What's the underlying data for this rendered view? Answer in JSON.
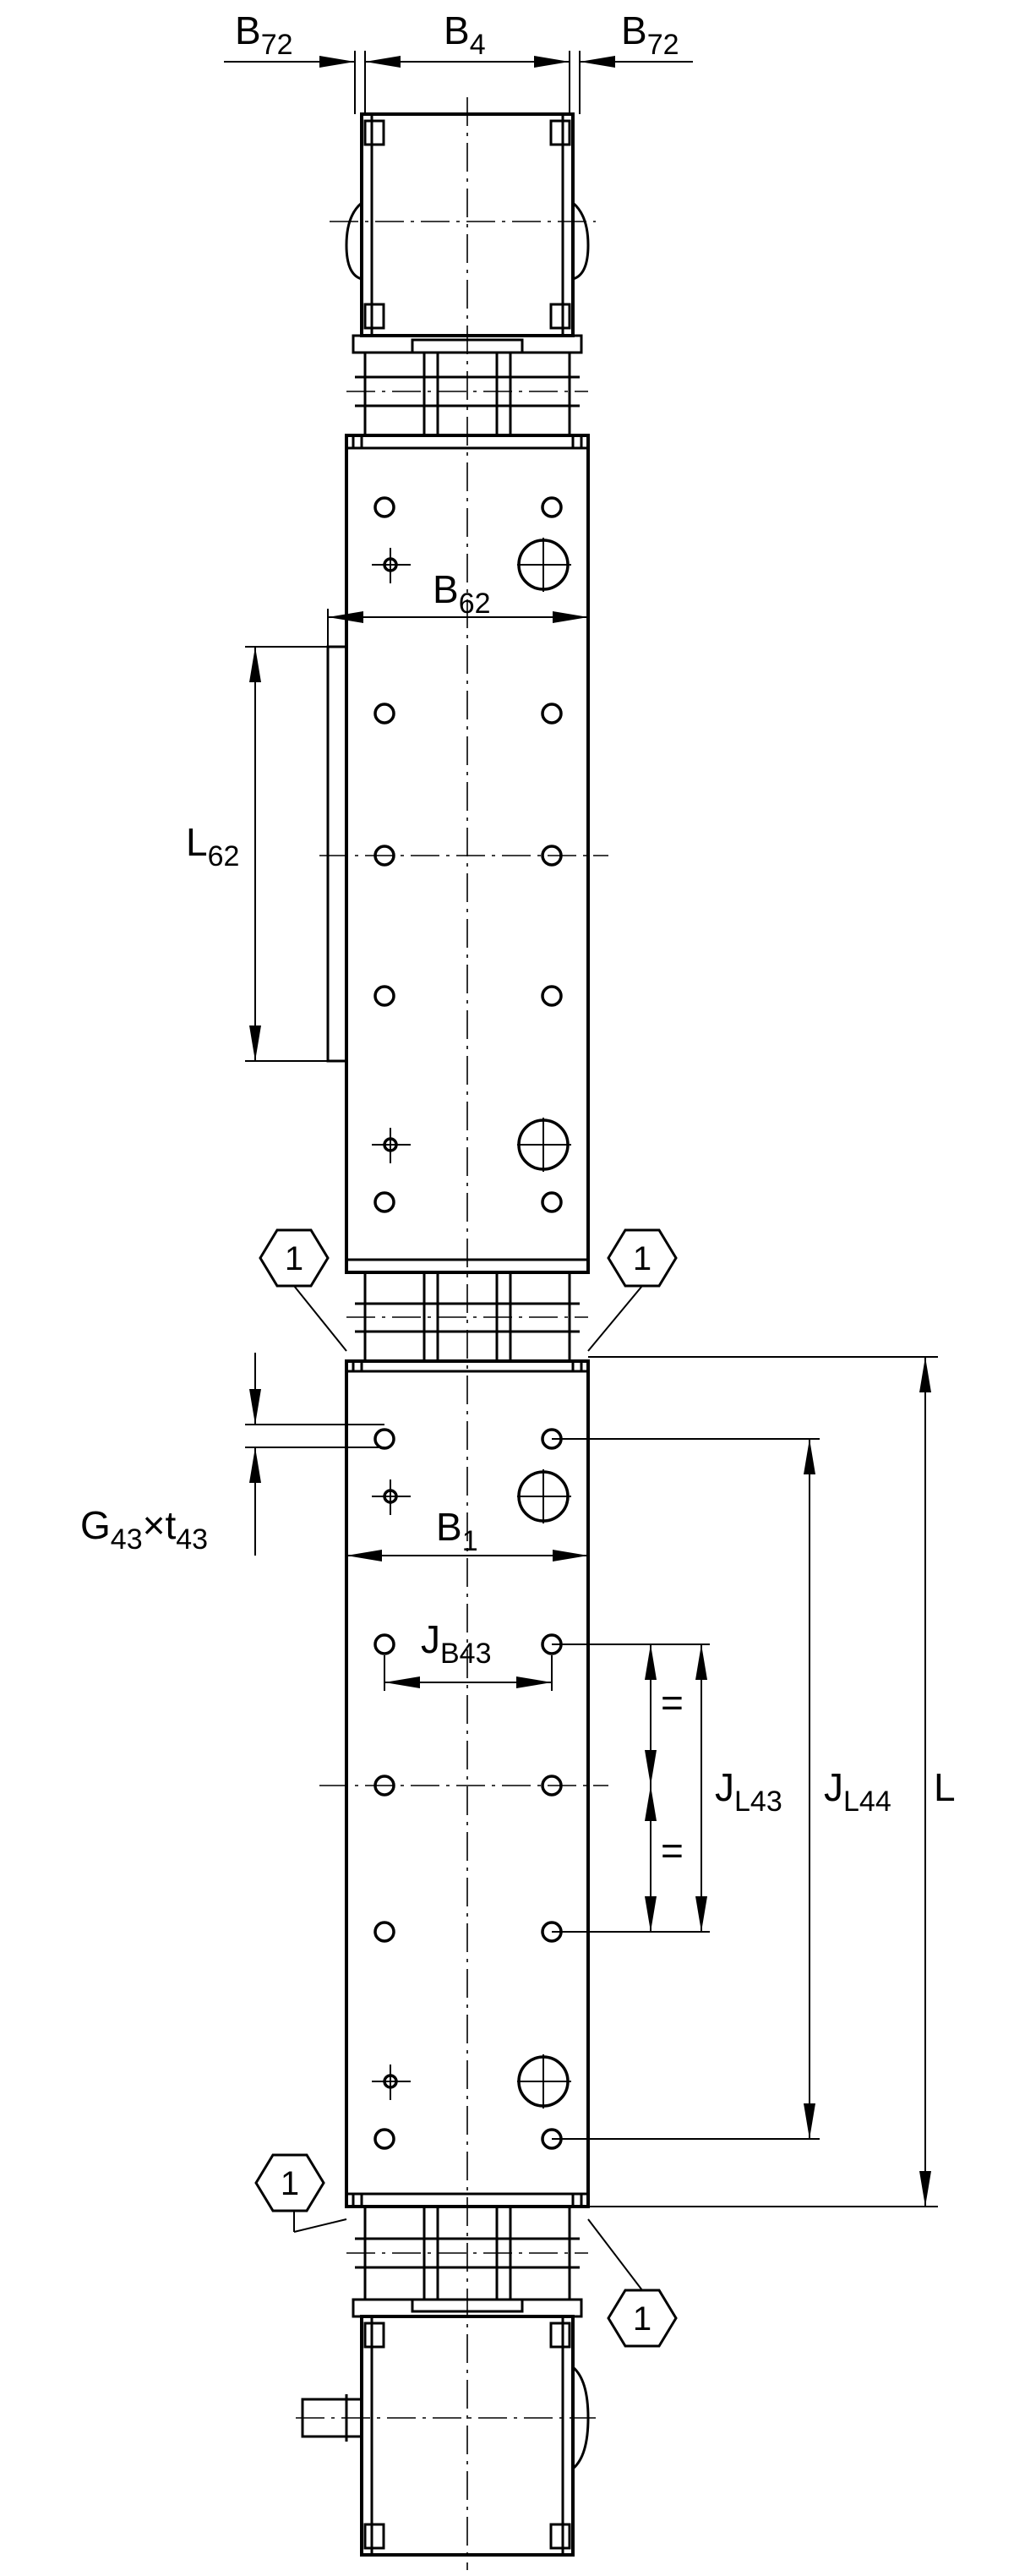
{
  "labels": {
    "b72_left": {
      "main": "B",
      "sub": "72"
    },
    "b4": {
      "main": "B",
      "sub": "4"
    },
    "b72_right": {
      "main": "B",
      "sub": "72"
    },
    "b62": {
      "main": "B",
      "sub": "62"
    },
    "l62": {
      "main": "L",
      "sub": "62"
    },
    "b1": {
      "main": "B",
      "sub": "1"
    },
    "g43": {
      "main": "G",
      "sub": "43"
    },
    "times": "×",
    "t43": {
      "main": "t",
      "sub": "43"
    },
    "jb43": {
      "main": "J",
      "sub": "B43"
    },
    "jl43": {
      "main": "J",
      "sub": "L43"
    },
    "jl44": {
      "main": "J",
      "sub": "L44"
    },
    "l": "L",
    "equal_upper": "=",
    "equal_lower": "="
  },
  "callouts": [
    "1",
    "1",
    "1",
    "1"
  ]
}
